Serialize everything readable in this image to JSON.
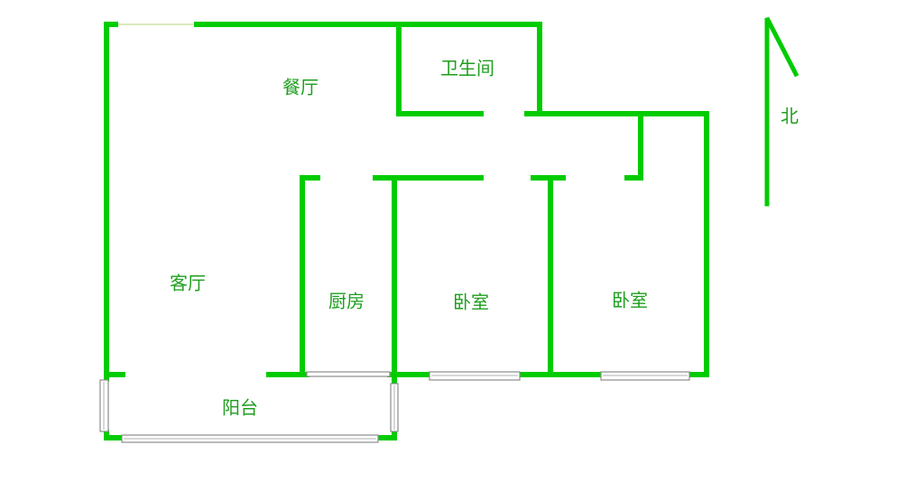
{
  "rooms": {
    "dining": "餐厅",
    "bathroom": "卫生间",
    "living": "客厅",
    "kitchen": "厨房",
    "bedroom_1": "卧室",
    "bedroom_2": "卧室",
    "balcony": "阳台"
  },
  "compass": {
    "north": "北"
  },
  "colors": {
    "wall": "#00cc00",
    "label": "#1e9e1e",
    "window": "#8c8c8c",
    "background": "#ffffff"
  }
}
